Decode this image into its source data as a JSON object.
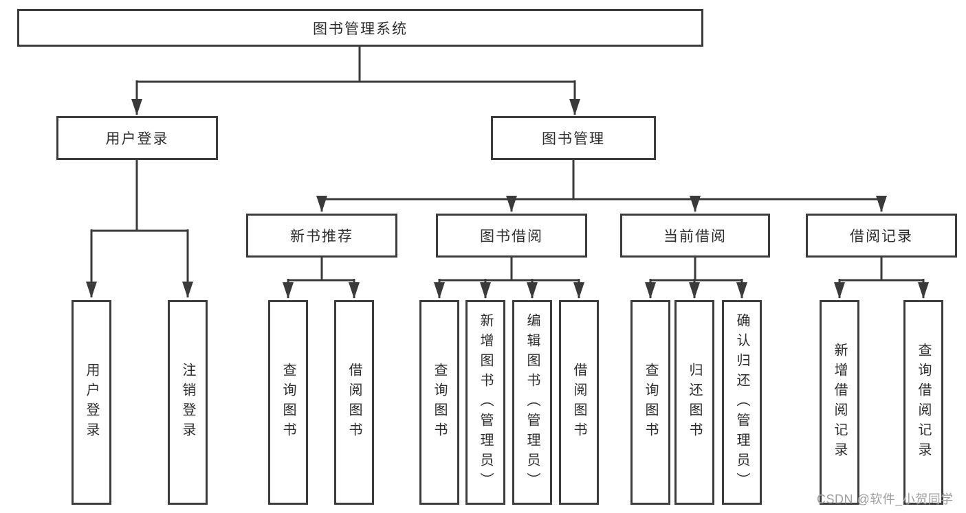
{
  "diagram_type": "hierarchy-tree",
  "colors": {
    "background": "#ffffff",
    "line": "#3a3a3a",
    "box_border": "#3c3c3c",
    "text": "#2e2e2e",
    "watermark": "#9e9e9e"
  },
  "tree": {
    "label": "图书管理系统",
    "children": [
      {
        "label": "用户登录",
        "children": [
          {
            "label": "用户登录"
          },
          {
            "label": "注销登录"
          }
        ]
      },
      {
        "label": "图书管理",
        "children": [
          {
            "label": "新书推荐",
            "children": [
              {
                "label": "查询图书"
              },
              {
                "label": "借阅图书"
              }
            ]
          },
          {
            "label": "图书借阅",
            "children": [
              {
                "label": "查询图书"
              },
              {
                "label": "新增图书（管理员）"
              },
              {
                "label": "编辑图书（管理员）"
              },
              {
                "label": "借阅图书"
              }
            ]
          },
          {
            "label": "当前借阅",
            "children": [
              {
                "label": "查询图书"
              },
              {
                "label": "归还图书"
              },
              {
                "label": "确认归还（管理员）"
              }
            ]
          },
          {
            "label": "借阅记录",
            "children": [
              {
                "label": "新增借阅记录"
              },
              {
                "label": "查询借阅记录"
              }
            ]
          }
        ]
      }
    ]
  },
  "watermark": "CSDN @软件_小贺同学"
}
